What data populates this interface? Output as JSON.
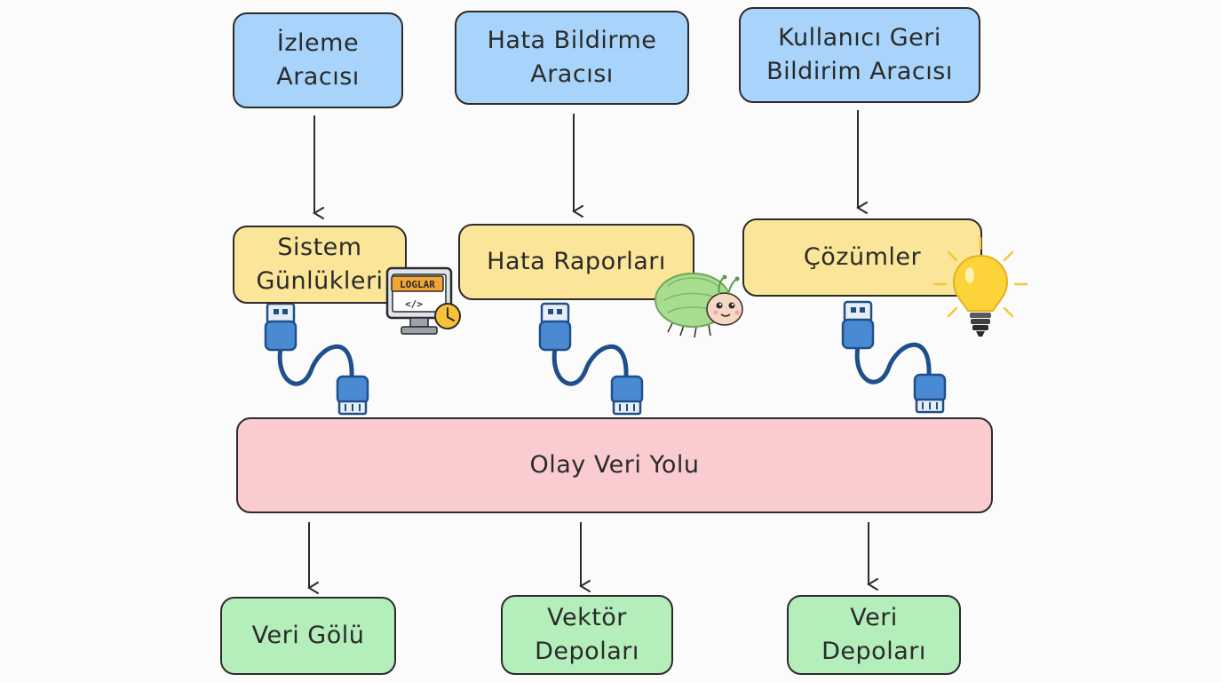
{
  "sources": [
    {
      "id": "monitoring",
      "label": "İzleme\nAracısı"
    },
    {
      "id": "error-reporting",
      "label": "Hata Bildirme\nAracısı"
    },
    {
      "id": "user-feedback",
      "label": "Kullanıcı Geri\nBildirim Aracısı"
    }
  ],
  "middle": [
    {
      "id": "system-logs",
      "label": "Sistem\nGünlükleri"
    },
    {
      "id": "error-reports",
      "label": "Hata Raporları"
    },
    {
      "id": "solutions",
      "label": "Çözümler"
    }
  ],
  "bus": {
    "label": "Olay Veri Yolu"
  },
  "sinks": [
    {
      "id": "data-lake",
      "label": "Veri Gölü"
    },
    {
      "id": "vector-stores",
      "label": "Vektör\nDepoları"
    },
    {
      "id": "data-stores",
      "label": "Veri\nDepoları"
    }
  ],
  "icons": {
    "logs_badge": "LOGLAR",
    "code_glyph": "</>",
    "names": [
      "monitor-logs-icon",
      "bug-icon",
      "lightbulb-icon",
      "usb-cable-icon"
    ]
  },
  "colors": {
    "source_fill": "#a8d4fb",
    "middle_fill": "#fbe598",
    "bus_fill": "#fbcccf",
    "sink_fill": "#b3eebb",
    "cable": "#1f4f8a",
    "plug": "#4a8ad2",
    "outline": "#2b2b2b"
  }
}
